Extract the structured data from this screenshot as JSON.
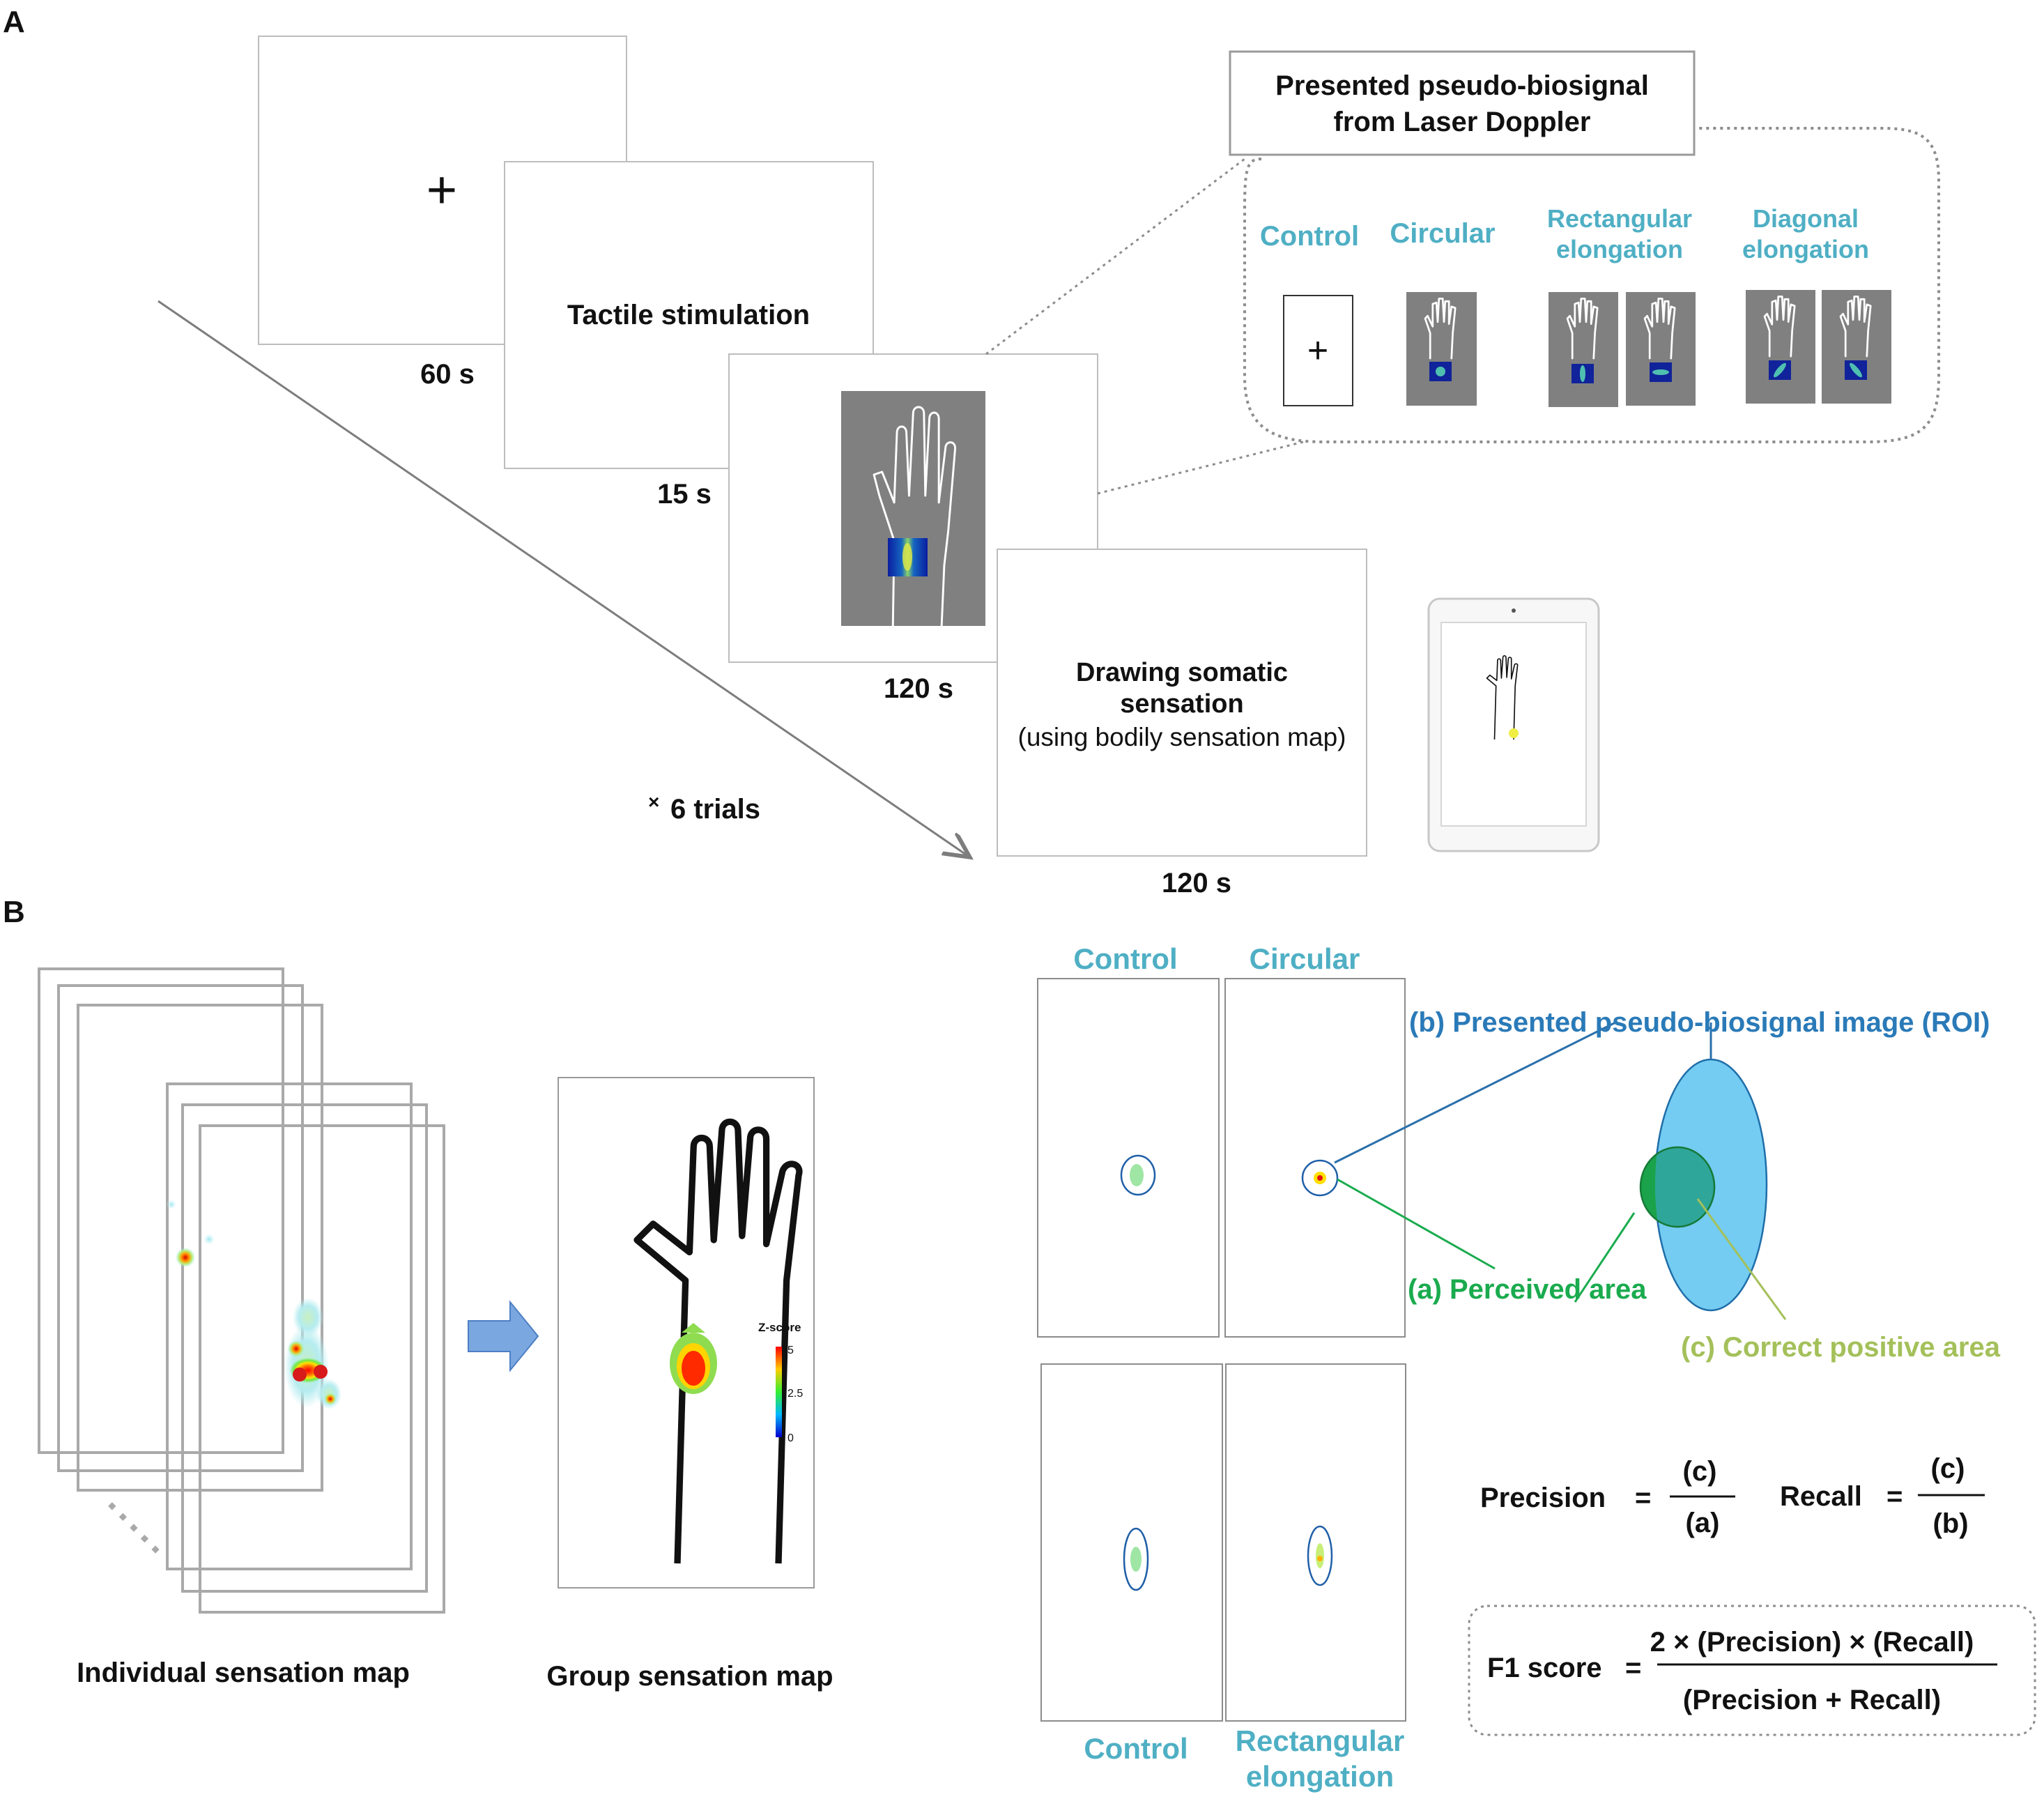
{
  "panels": {
    "a_label": "A",
    "b_label": "B"
  },
  "panel_a": {
    "fixation_symbol": "+",
    "tactile_title": "Tactile stimulation",
    "drawing_title_line1": "Drawing somatic",
    "drawing_title_line2": "sensation",
    "drawing_title_line3": "(using bodily sensation map)",
    "durations": [
      "60 s",
      "15 s",
      "120 s",
      "120 s"
    ],
    "trials_multiplier": "×",
    "trials_text": "6 trials",
    "callout_title_line1": "Presented pseudo-biosignal",
    "callout_title_line2": "from Laser Doppler",
    "conditions": {
      "control": "Control",
      "circular": "Circular",
      "rect_line1": "Rectangular",
      "rect_line2": "elongation",
      "diag_line1": "Diagonal",
      "diag_line2": "elongation"
    }
  },
  "panel_b": {
    "individual_label": "Individual sensation map",
    "group_label": "Group sensation map",
    "colorbar_title": "Z-score",
    "colorbar_ticks": [
      "5",
      "2.5",
      "0"
    ],
    "map_labels": {
      "top_left": "Control",
      "top_right": "Circular",
      "bottom_left": "Control",
      "bottom_right_line1": "Rectangular",
      "bottom_right_line2": "elongation"
    },
    "venn": {
      "b_label": "(b) Presented pseudo-biosignal image (ROI)",
      "a_label": "(a) Perceived area",
      "c_label": "(c) Correct positive area"
    },
    "formulas": {
      "precision_word": "Precision",
      "recall_word": "Recall",
      "equals": "=",
      "precision_num": "(c)",
      "precision_den": "(a)",
      "recall_num": "(c)",
      "recall_den": "(b)",
      "f1_word": "F1 score",
      "f1_num": "2 × (Precision) × (Recall)",
      "f1_den": "(Precision +  Recall)"
    }
  },
  "colors": {
    "teal_text": "#4fafc4",
    "blue_text": "#2a7ab8",
    "green_text": "#1aab4e",
    "olive_text": "#a4c05a",
    "roi_fill": "#74ccf2",
    "perceived_fill": "#1aa34a",
    "overlap_fill": "#2fa69a",
    "gray_bg": "#808080"
  }
}
